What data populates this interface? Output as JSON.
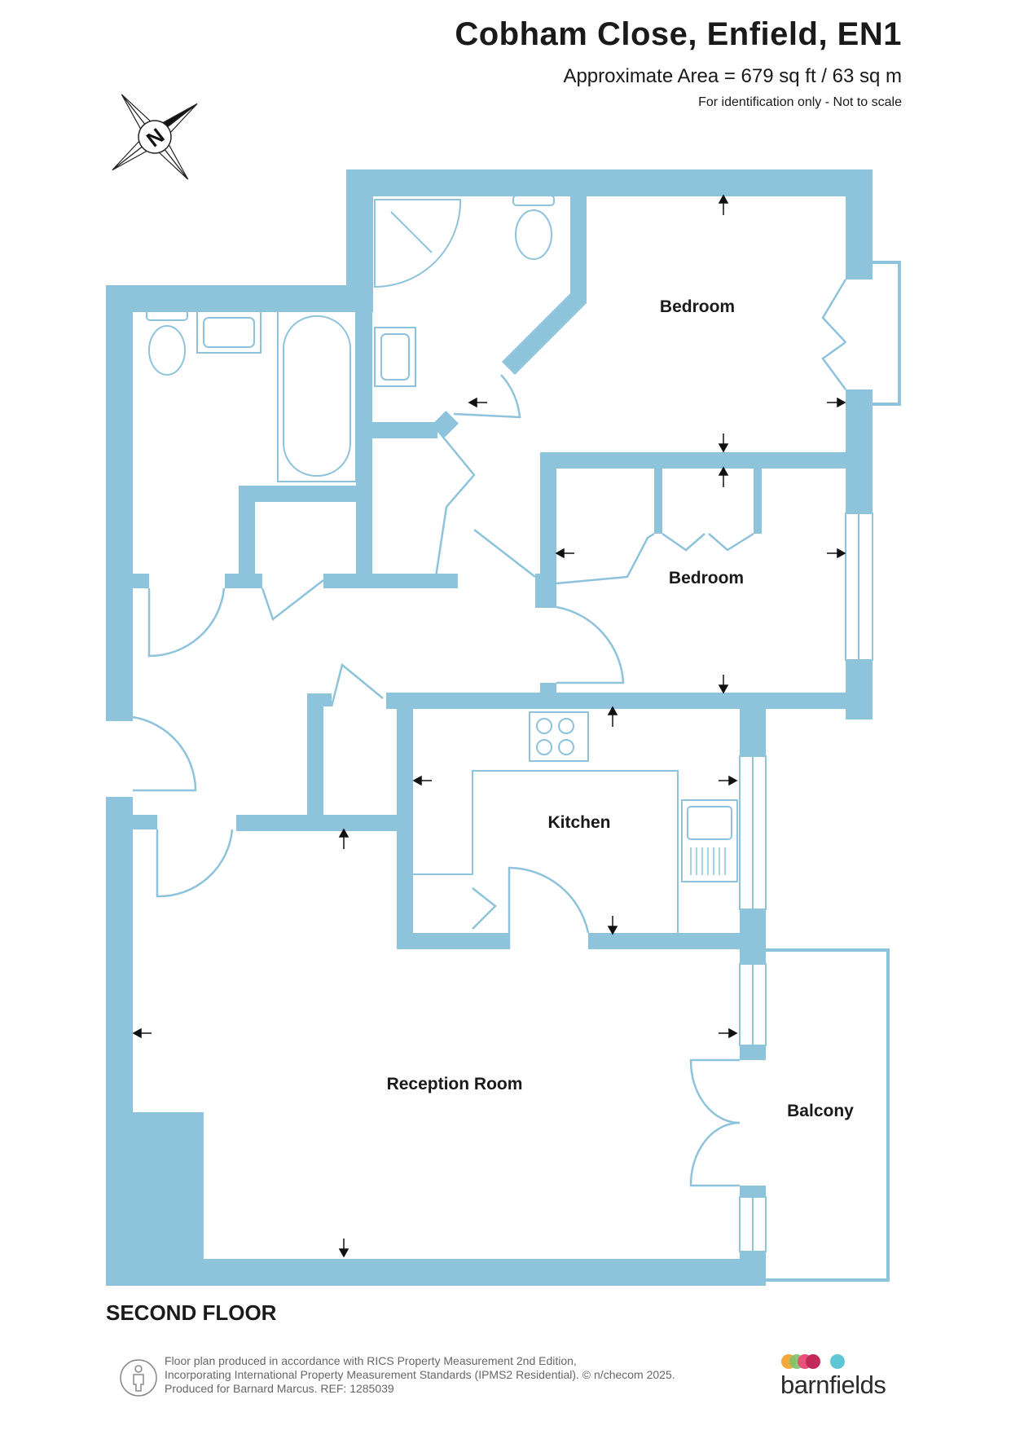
{
  "header": {
    "title": "Cobham Close, Enfield, EN1",
    "area": "Approximate Area = 679 sq ft / 63 sq m",
    "note": "For identification only - Not to scale"
  },
  "compass": {
    "letter": "N"
  },
  "rooms": {
    "bedroom_1": "Bedroom",
    "bedroom_2": "Bedroom",
    "kitchen": "Kitchen",
    "reception": "Reception Room",
    "balcony": "Balcony"
  },
  "floor_label": "SECOND FLOOR",
  "footer": {
    "line1": "Floor plan produced in accordance with RICS Property Measurement 2nd Edition,",
    "line2": "Incorporating International Property Measurement Standards (IPMS2 Residential).   © n/checom 2025.",
    "line3": "Produced for Barnard Marcus.   REF:  1285039"
  },
  "brand": {
    "name": "barnfields"
  },
  "colors": {
    "wall": "#8ec3dc",
    "fixture_line": "#8ec3dc",
    "text": "#1a1a1a",
    "brand_dots": [
      "#f2a93b",
      "#e9507a",
      "#c32a5c",
      "#7a2a55",
      "#5fc6d6"
    ]
  }
}
